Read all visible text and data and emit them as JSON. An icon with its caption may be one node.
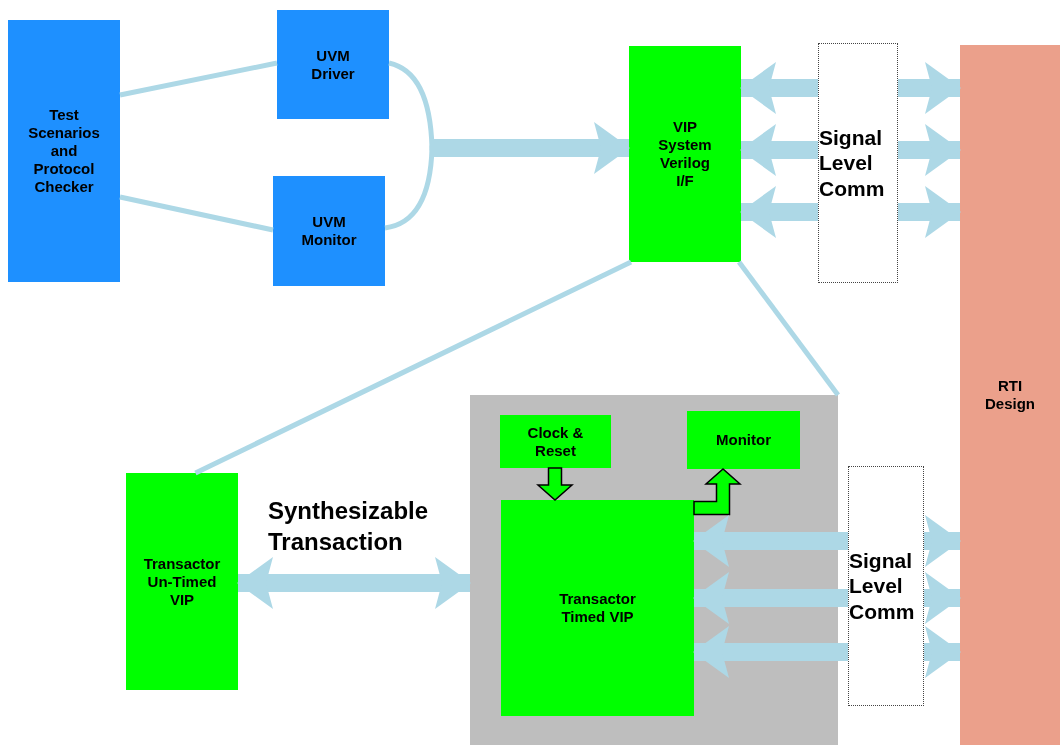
{
  "diagram": {
    "nodes": [
      {
        "text": [
          "Test Scenarios and Protocol Checker"
        ]
      },
      {
        "text": [
          "UVM Driver"
        ]
      },
      {
        "text": [
          "UVM Monitor"
        ]
      },
      {
        "text": [
          "VIP System Verilog I/F"
        ]
      },
      {
        "text": [
          "Signal Level Comm"
        ]
      },
      {
        "text": [
          "RTI Design"
        ]
      },
      {
        "text": [],
        "shape": "box"
      },
      {
        "text": [
          "Clock & Reset"
        ],
        "in": 6
      },
      {
        "text": [
          "Monitor"
        ],
        "in": 6
      },
      {
        "text": [
          "Transactor Timed VIP"
        ],
        "in": 6
      },
      {
        "text": [
          "Transactor Un-Timed VIP"
        ]
      },
      {
        "text": [
          "Signal Level Comm"
        ]
      }
    ],
    "edges": [
      {
        "from": 0,
        "to": 1,
        "arrow": "none"
      },
      {
        "from": 0,
        "to": 2,
        "arrow": "none"
      },
      {
        "from": 1,
        "to": 3,
        "arrow": "to"
      },
      {
        "from": 2,
        "to": 3,
        "arrow": "to"
      },
      {
        "from": 4,
        "to": 3,
        "arrow": "to"
      },
      {
        "from": 4,
        "to": 3,
        "arrow": "to"
      },
      {
        "from": 4,
        "to": 3,
        "arrow": "to"
      },
      {
        "from": 4,
        "to": 5,
        "arrow": "to"
      },
      {
        "from": 4,
        "to": 5,
        "arrow": "to"
      },
      {
        "from": 4,
        "to": 5,
        "arrow": "to"
      },
      {
        "from": 3,
        "to": 10,
        "arrow": "none"
      },
      {
        "from": 3,
        "to": 6,
        "arrow": "none"
      },
      {
        "from": 10,
        "to": 6,
        "arrow": "both",
        "label": "Synthesizable Transaction"
      },
      {
        "from": 7,
        "to": 9,
        "arrow": "to",
        "color": "#00ff00"
      },
      {
        "from": 9,
        "to": 8,
        "arrow": "to",
        "color": "#00ff00"
      },
      {
        "from": 11,
        "to": 9,
        "arrow": "to"
      },
      {
        "from": 11,
        "to": 9,
        "arrow": "to"
      },
      {
        "from": 11,
        "to": 9,
        "arrow": "to"
      },
      {
        "from": 11,
        "to": 5,
        "arrow": "to"
      },
      {
        "from": 11,
        "to": 5,
        "arrow": "to"
      },
      {
        "from": 11,
        "to": 5,
        "arrow": "to"
      }
    ]
  }
}
